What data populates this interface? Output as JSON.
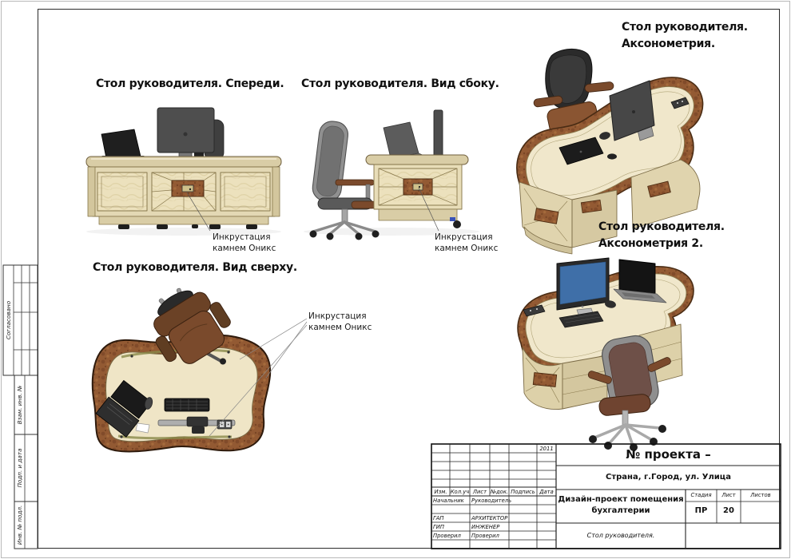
{
  "views": {
    "front_title": "Стол руководителя. Спереди.",
    "side_title": "Стол руководителя. Вид сбоку.",
    "axo1_title_line1": "Стол руководителя.",
    "axo1_title_line2": "Аксонометрия.",
    "axo2_title_line1": "Стол руководителя.",
    "axo2_title_line2": "Аксонометрия 2.",
    "top_title": "Стол руководителя. Вид сверху."
  },
  "annotations": {
    "inlay_line1": "Инкрустация",
    "inlay_line2": "камнем Оникс"
  },
  "title_block": {
    "year": "2011",
    "project_number": "№ проекта –",
    "address": "Страна, г.Город, ул. Улица",
    "project_title_line1": "Дизайн-проект помещения",
    "project_title_line2": "бухгалтерии",
    "drawing_title": "Стол руководителя.",
    "stage_label": "Стадия",
    "sheet_label": "Лист",
    "sheets_label": "Листов",
    "stage": "ПР",
    "sheet_number": "20",
    "sheets_total": "",
    "rev_headers": [
      "Изм.",
      "Кол.уч",
      "Лист",
      "№док.",
      "Подпись",
      "Дата"
    ],
    "signatures": [
      {
        "role": "Начальник",
        "name": "Руководитель"
      },
      {
        "role": "ГАП",
        "name": "АРХИТЕКТОР"
      },
      {
        "role": "ГИП",
        "name": "ИНЖЕНЕР"
      },
      {
        "role": "Проверил",
        "name": "Проверил"
      }
    ]
  },
  "side_stamp": {
    "agreed": "Согласовано",
    "replace_inv": "Взам. инв. №",
    "sign_date": "Подп. и дата",
    "inv_orig": "Инв. № подл."
  },
  "palette": {
    "wood_burl": "#8f5631",
    "desk_cream": "#e9dfbf",
    "desk_top_band": "#d9cda6",
    "inlay_wood": "#8d5731",
    "onyx_plaque": "#cfc08a",
    "monitor_gray": "#4e4e4e",
    "chair_leather": "#7a4a2c",
    "imac_screen": "#3f6fa8",
    "frame_line": "#1a1a1a"
  }
}
